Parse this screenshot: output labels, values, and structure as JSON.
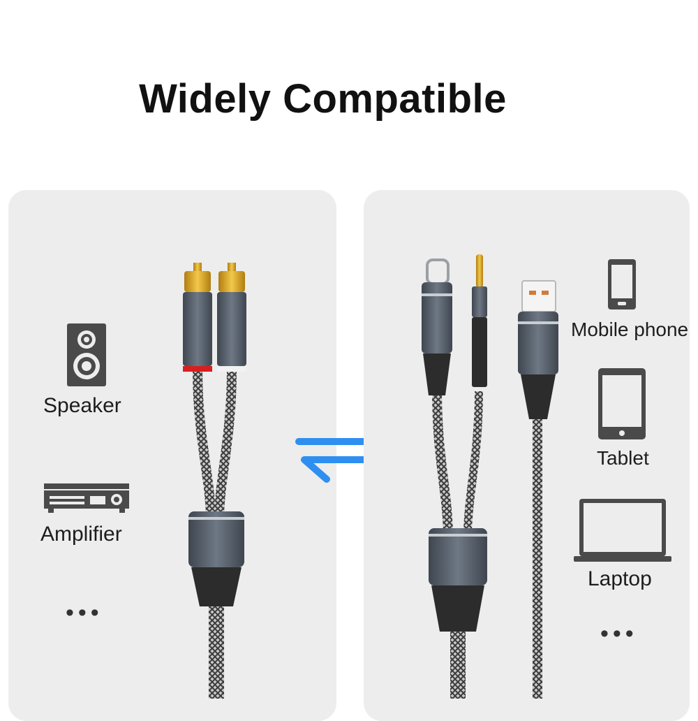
{
  "header": {
    "title": "Widely Compatible"
  },
  "left_panel": {
    "devices": [
      {
        "icon": "speaker-icon",
        "label": "Speaker"
      },
      {
        "icon": "amplifier-icon",
        "label": "Amplifier"
      }
    ],
    "more": "•••"
  },
  "right_panel": {
    "devices": [
      {
        "icon": "mobile-phone-icon",
        "label": "Mobile phone"
      },
      {
        "icon": "tablet-icon",
        "label": "Tablet"
      },
      {
        "icon": "laptop-icon",
        "label": "Laptop"
      }
    ],
    "more": "•••"
  },
  "colors": {
    "arrow_blue": "#2f8ff0",
    "icon_gray": "#4a4a4a",
    "gold": "#d9a520",
    "plug_gray": "#5b6470"
  }
}
